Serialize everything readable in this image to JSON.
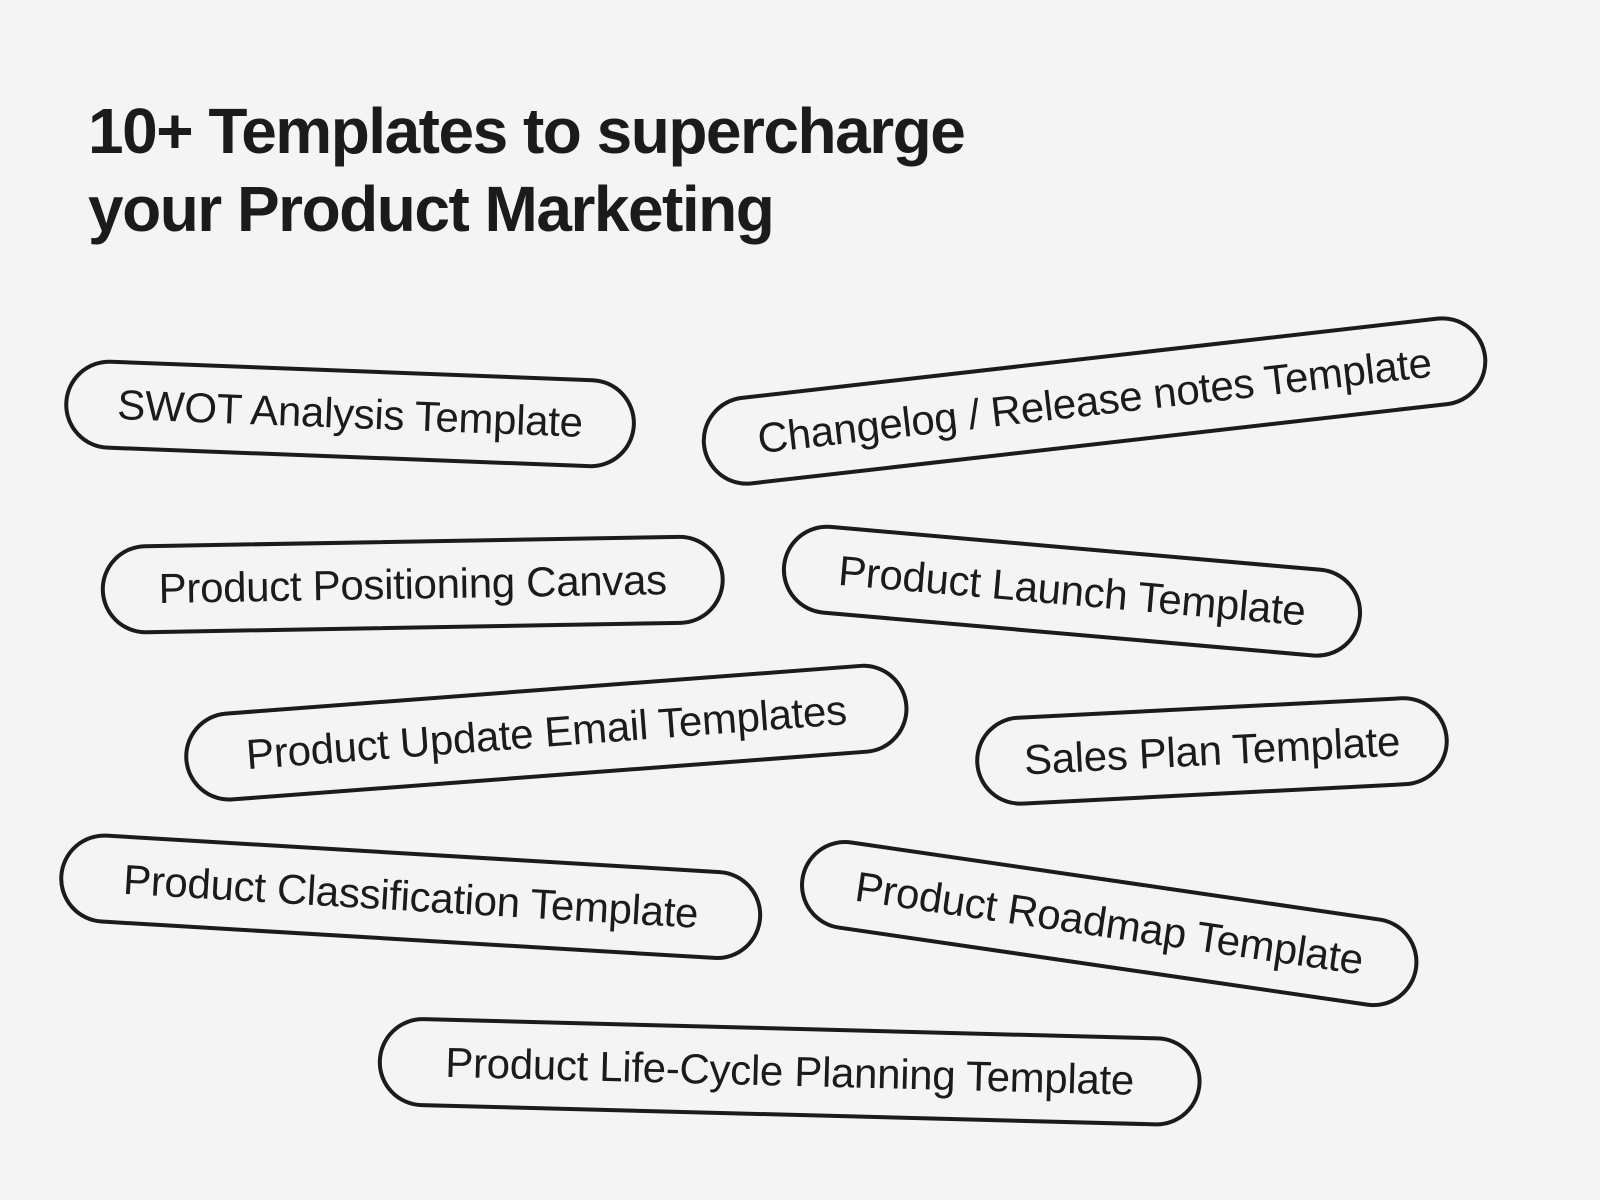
{
  "heading": {
    "line1": "10+ Templates to supercharge",
    "line2": "your Product Marketing"
  },
  "templates": [
    {
      "label": "SWOT Analysis Template"
    },
    {
      "label": "Changelog / Release notes Template"
    },
    {
      "label": "Product Positioning Canvas"
    },
    {
      "label": "Product Launch Template"
    },
    {
      "label": "Product Update Email Templates"
    },
    {
      "label": "Sales Plan Template"
    },
    {
      "label": "Product Classification Template"
    },
    {
      "label": "Product Roadmap Template"
    },
    {
      "label": "Product Life-Cycle Planning Template"
    }
  ],
  "colors": {
    "background": "#f4f4f4",
    "ink": "#1b1b1b"
  }
}
